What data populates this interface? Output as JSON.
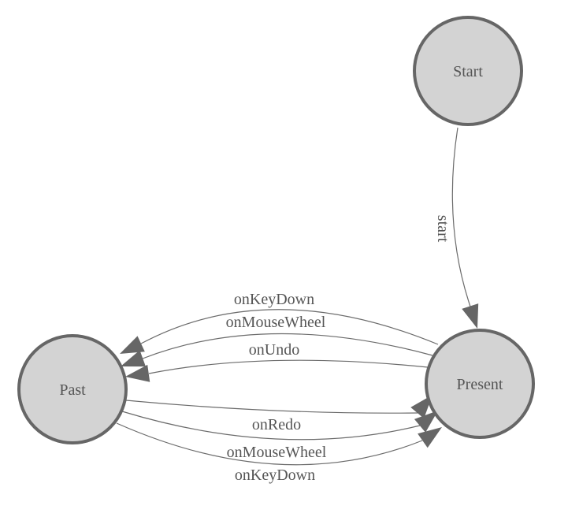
{
  "diagram": {
    "kind": "state-machine",
    "background": "#ffffff",
    "colors": {
      "node_fill": "#d3d3d3",
      "node_stroke": "#666666",
      "edge_stroke": "#6b6b6b",
      "arrowhead": "#666666",
      "label_text": "#555555"
    },
    "nodes": [
      {
        "id": "start",
        "label": "Start"
      },
      {
        "id": "present",
        "label": "Present"
      },
      {
        "id": "past",
        "label": "Past"
      }
    ],
    "edges": [
      {
        "from": "Start",
        "to": "Present",
        "label": "start"
      },
      {
        "from": "Present",
        "to": "Past",
        "label": "onKeyDown"
      },
      {
        "from": "Present",
        "to": "Past",
        "label": "onMouseWheel"
      },
      {
        "from": "Present",
        "to": "Past",
        "label": "onUndo"
      },
      {
        "from": "Past",
        "to": "Present",
        "label": "onRedo"
      },
      {
        "from": "Past",
        "to": "Present",
        "label": "onMouseWheel"
      },
      {
        "from": "Past",
        "to": "Present",
        "label": "onKeyDown"
      }
    ]
  }
}
